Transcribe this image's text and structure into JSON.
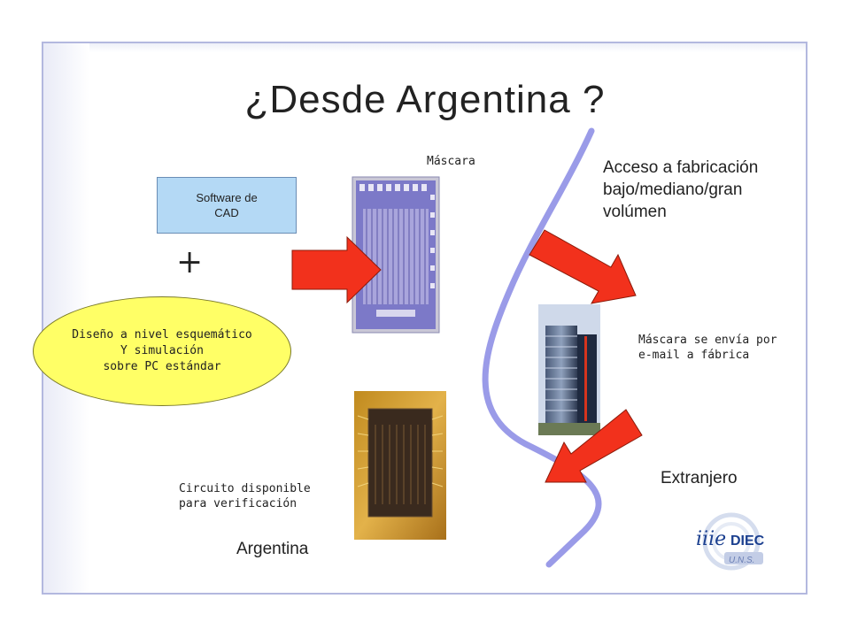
{
  "slide": {
    "title": "¿Desde Argentina ?",
    "mascara_label": "Máscara",
    "cad_box": {
      "line1": "Software de",
      "line2": "CAD"
    },
    "plus": "+",
    "ellipse": {
      "line1": "Diseño a nivel esquemático",
      "line2": "Y simulación",
      "line3": "sobre PC estándar"
    },
    "acceso": {
      "line1": "Acceso a fabricación",
      "line2": "bajo/mediano/gran",
      "line3": "volúmen"
    },
    "envio": {
      "line1": "Máscara se envía por",
      "line2": "e-mail a fábrica"
    },
    "circuito": {
      "line1": "Circuito disponible",
      "line2": "para verificación"
    },
    "argentina": "Argentina",
    "extranjero": "Extranjero",
    "logo": {
      "prefix": "iiie",
      "name": "DIEC",
      "sub": "U.N.S."
    }
  },
  "colors": {
    "arrow": "#f2311c",
    "border_line": "#9a9be8",
    "ellipse": "#ffff66",
    "cad_box": "#b4d9f5"
  }
}
